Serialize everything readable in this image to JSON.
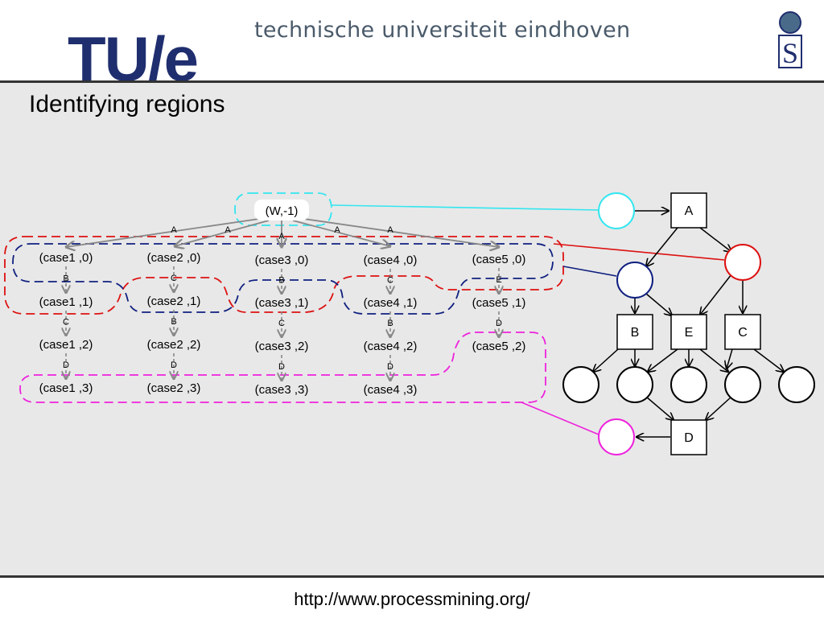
{
  "header": {
    "logo_text": "TU/e",
    "university_name": "technische universiteit eindhoven",
    "seal_letter": "S"
  },
  "slide": {
    "title": "Identifying regions"
  },
  "footer": {
    "url": "http://www.processmining.org/"
  },
  "colors": {
    "cyan": "#33e6f0",
    "red": "#dd1111",
    "navy": "#102080",
    "magenta": "#ee22dd",
    "edge_gray": "#888888"
  },
  "state_graph": {
    "root": "(W,-1)",
    "states": [
      [
        "(case1 ,0)",
        "(case1 ,1)",
        "(case1 ,2)",
        "(case1 ,3)"
      ],
      [
        "(case2 ,0)",
        "(case2 ,1)",
        "(case2 ,2)",
        "(case2 ,3)"
      ],
      [
        "(case3 ,0)",
        "(case3 ,1)",
        "(case3 ,2)",
        "(case3 ,3)"
      ],
      [
        "(case4 ,0)",
        "(case4 ,1)",
        "(case4 ,2)",
        "(case4 ,3)"
      ],
      [
        "(case5 ,0)",
        "(case5 ,1)",
        "(case5 ,2)"
      ]
    ],
    "root_edge_labels": [
      "A",
      "A",
      "A",
      "A",
      "A"
    ],
    "step_labels": [
      [
        "B",
        "C",
        "D"
      ],
      [
        "C",
        "B",
        "D"
      ],
      [
        "B",
        "C",
        "D"
      ],
      [
        "C",
        "B",
        "D"
      ],
      [
        "E",
        "D"
      ]
    ]
  },
  "petri_net": {
    "transitions": [
      "A",
      "B",
      "E",
      "C",
      "D"
    ]
  }
}
